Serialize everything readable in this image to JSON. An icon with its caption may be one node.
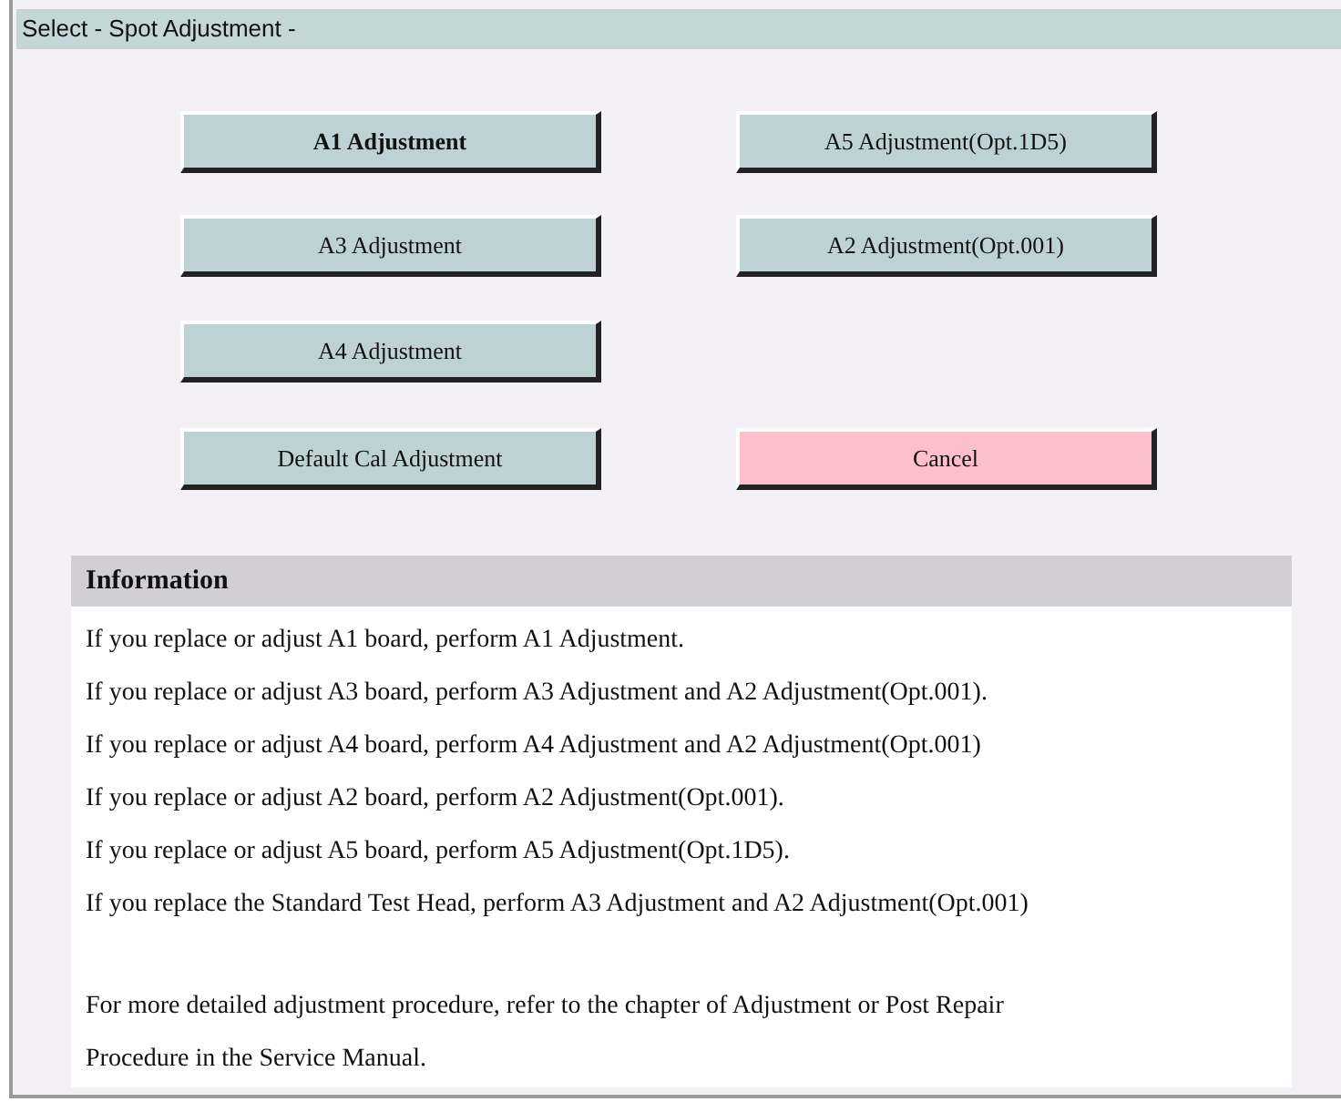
{
  "diagram": {
    "title": "Select - Spot Adjustment -",
    "nodes": [
      {
        "text": [
          "A1 Adjustment"
        ]
      },
      {
        "text": [
          "A5 Adjustment(Opt.1D5)"
        ]
      },
      {
        "text": [
          "A3 Adjustment"
        ]
      },
      {
        "text": [
          "A2 Adjustment(Opt.001)"
        ]
      },
      {
        "text": [
          "A4 Adjustment"
        ]
      },
      {
        "text": [
          "Default Cal Adjustment"
        ]
      },
      {
        "text": [
          "Cancel"
        ]
      },
      {
        "text": [
          "Information",
          "If you replace or adjust A1 board, perform A1 Adjustment.",
          "If you replace or adjust A3 board, perform A3 Adjustment and A2 Adjustment(Opt.001).",
          "If you replace or adjust A4 board, perform A4 Adjustment and A2 Adjustment(Opt.001)",
          "If you replace or adjust A2 board, perform A2 Adjustment(Opt.001).",
          "If you replace or adjust A5 board, perform A5 Adjustment(Opt.1D5).",
          "If you replace the Standard Test Head, perform A3 Adjustment and A2 Adjustment(Opt.001)",
          "For more detailed adjustment procedure, refer to the chapter of Adjustment or Post Repair Procedure in the Service Manual."
        ]
      }
    ]
  }
}
